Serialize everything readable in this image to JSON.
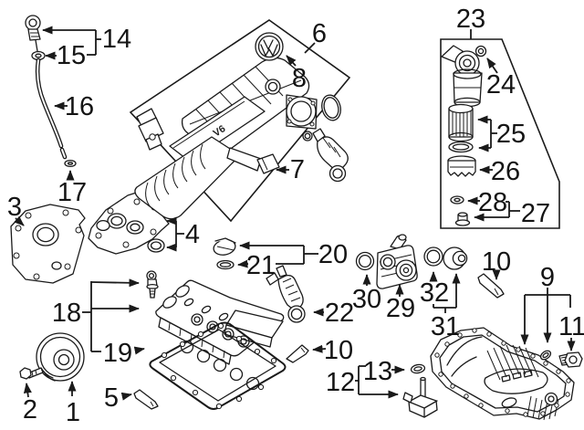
{
  "figure": {
    "type": "parts-diagram",
    "description": "Exploded engine components diagram with numbered callouts",
    "background": "#ffffff",
    "line_color": "#1a1a1a"
  },
  "badges": {
    "plenum_badge": "V6"
  },
  "icons": {
    "emblem": "vw-logo"
  },
  "callouts": {
    "c1": "1",
    "c2": "2",
    "c3": "3",
    "c4": "4",
    "c5": "5",
    "c6": "6",
    "c7": "7",
    "c8": "8",
    "c9": "9",
    "c10a": "10",
    "c10b": "10",
    "c11": "11",
    "c12": "12",
    "c13": "13",
    "c14": "14",
    "c15": "15",
    "c16": "16",
    "c17": "17",
    "c18": "18",
    "c19": "19",
    "c20": "20",
    "c21": "21",
    "c22": "22",
    "c23": "23",
    "c24": "24",
    "c25": "25",
    "c26": "26",
    "c27": "27",
    "c28": "28",
    "c29": "29",
    "c30": "30",
    "c31": "31",
    "c32": "32"
  }
}
